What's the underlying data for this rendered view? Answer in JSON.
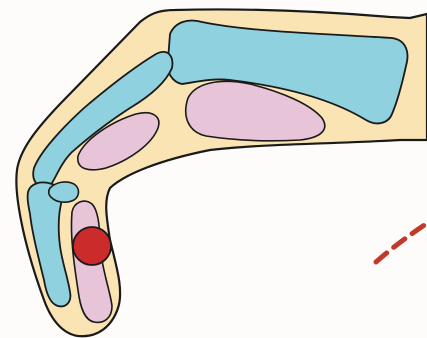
{
  "colors": {
    "background": "#fdfcfb",
    "skin": "#fae4b4",
    "bone": "#8fd1de",
    "soft_tissue": "#e8c4d8",
    "marker": "#cc2b2b",
    "dashed_line": "#c0392b",
    "outline": "#1a1a1a"
  },
  "parts": [
    {
      "name": "finger-outline"
    },
    {
      "name": "proximal-phalanx-bone"
    },
    {
      "name": "metacarpal-bone"
    },
    {
      "name": "middle-phalanx-bone"
    },
    {
      "name": "distal-phalanx-bone"
    },
    {
      "name": "upper-soft-tissue-pad"
    },
    {
      "name": "middle-soft-tissue-pad"
    },
    {
      "name": "fingertip-soft-tissue-pad"
    },
    {
      "name": "red-marker-dot"
    },
    {
      "name": "dashed-curve-line"
    }
  ]
}
